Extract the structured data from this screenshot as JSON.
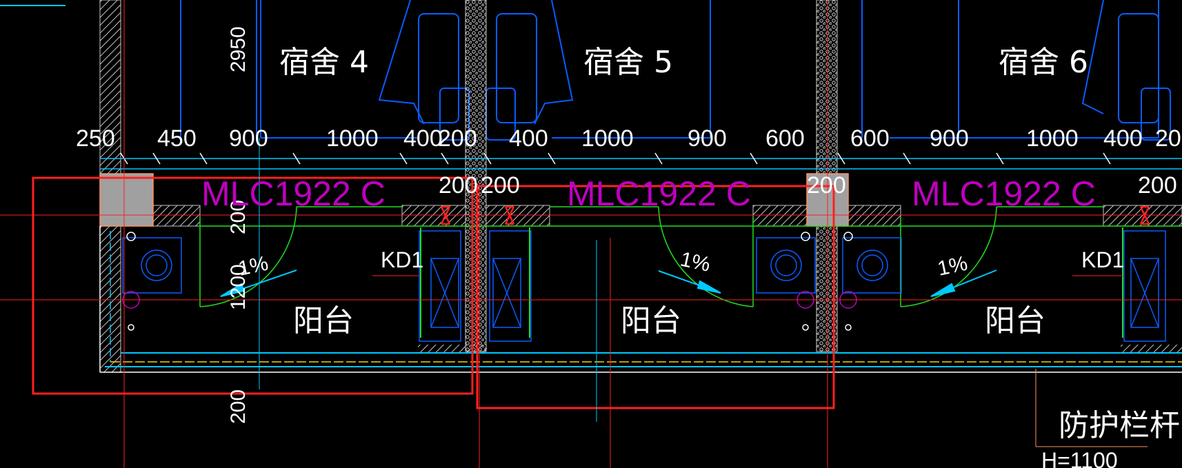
{
  "drawing": {
    "rooms": [
      {
        "label": "宿舍 4"
      },
      {
        "label": "宿舍 5"
      },
      {
        "label": "宿舍 6"
      }
    ],
    "dimensions_top": [
      "250",
      "450",
      "900",
      "1000",
      "400",
      "200",
      "400",
      "1000",
      "900",
      "600",
      "600",
      "900",
      "1000",
      "400",
      "20"
    ],
    "dimensions_row2": [
      "200",
      "200",
      "200",
      "200"
    ],
    "dimensions_vertical": [
      "2950",
      "200",
      "1200",
      "200"
    ],
    "window_tags": [
      "MLC1922 C",
      "MLC1922 C",
      "MLC1922 C"
    ],
    "balcony_labels": [
      "阳台",
      "阳台",
      "阳台"
    ],
    "slope_labels": [
      "1%",
      "1%",
      "1%"
    ],
    "door_tags": [
      "KD1",
      "KD1"
    ],
    "railing_label": "防护栏杆",
    "railing_height": "H=1100",
    "colors": {
      "background": "#000000",
      "wall_line": "#0a5cff",
      "cyan": "#00c8ff",
      "red": "#ff2020",
      "green": "#20e020",
      "magenta": "#c000c0",
      "white": "#ffffff",
      "gray_column": "#a0a0a0",
      "yellow": "#ffd000"
    }
  }
}
